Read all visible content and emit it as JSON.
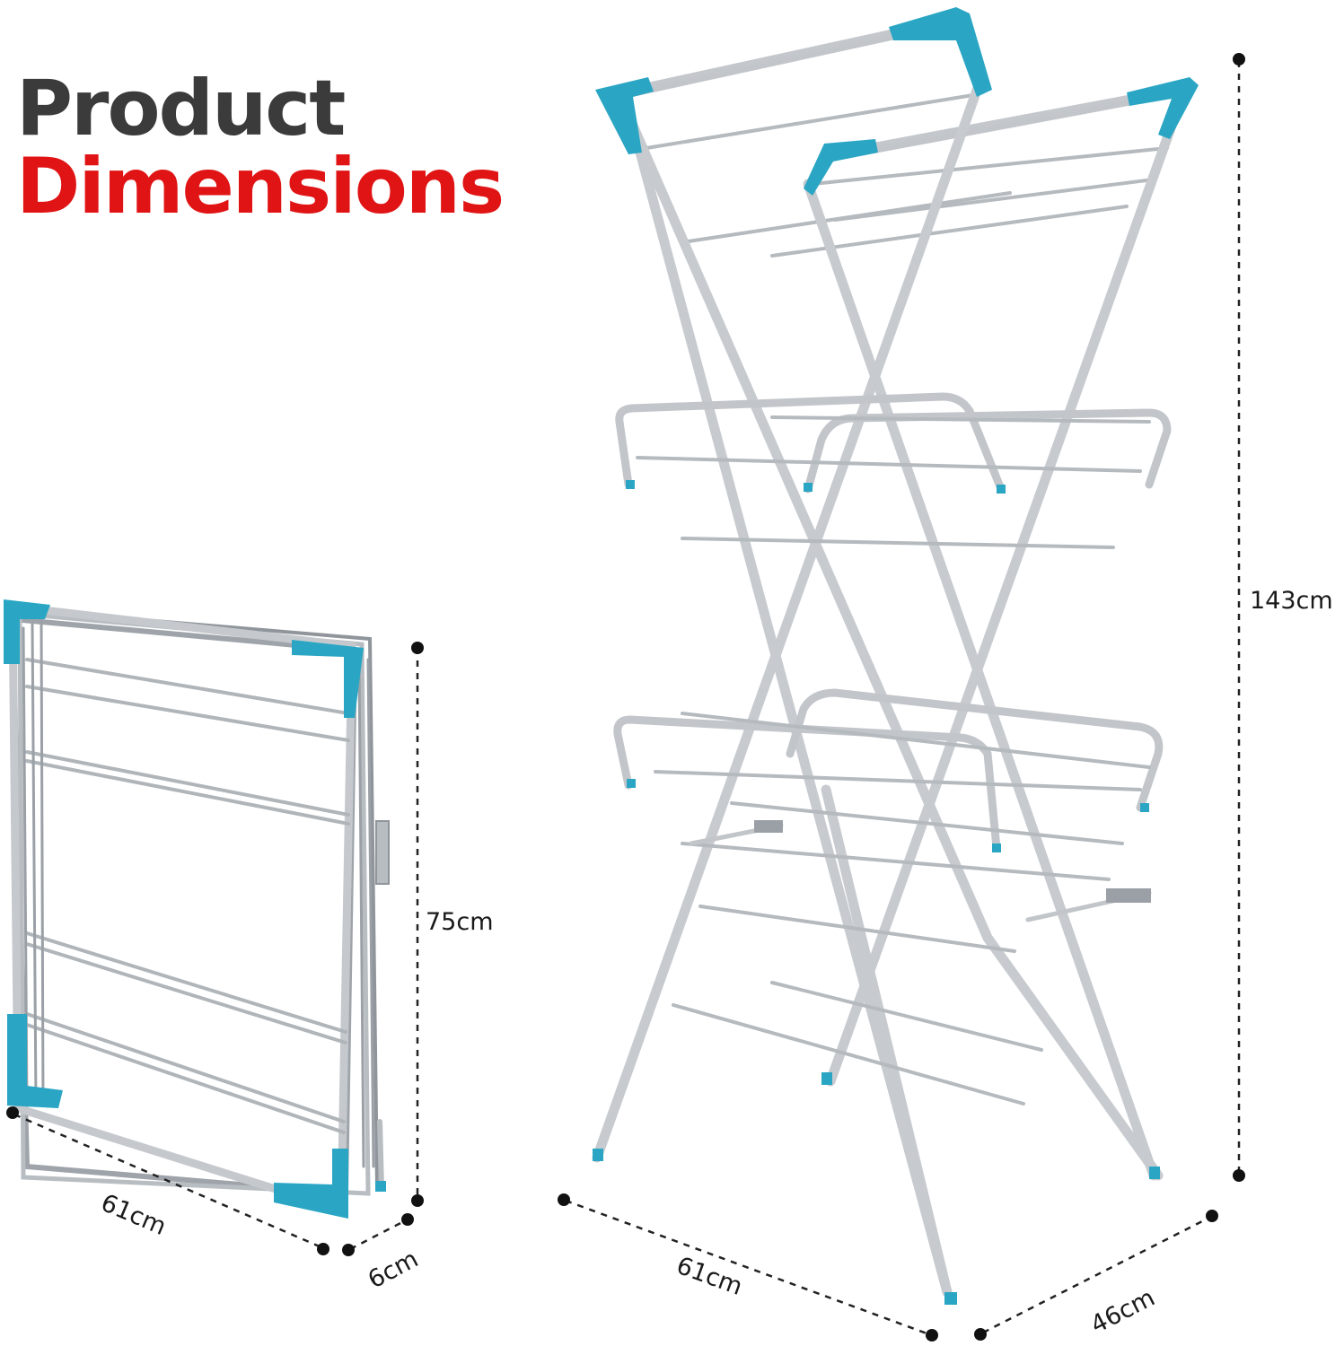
{
  "heading": {
    "line1": "Product",
    "line2": "Dimensions"
  },
  "folded": {
    "height": "75cm",
    "width": "61cm",
    "depth": "6cm"
  },
  "unfolded": {
    "height": "143cm",
    "width": "61cm",
    "depth": "46cm"
  },
  "colors": {
    "heading_dark": "#3b3b3b",
    "heading_red": "#e01414",
    "frame": "#c9ccd0",
    "accent": "#2aa6c4"
  }
}
